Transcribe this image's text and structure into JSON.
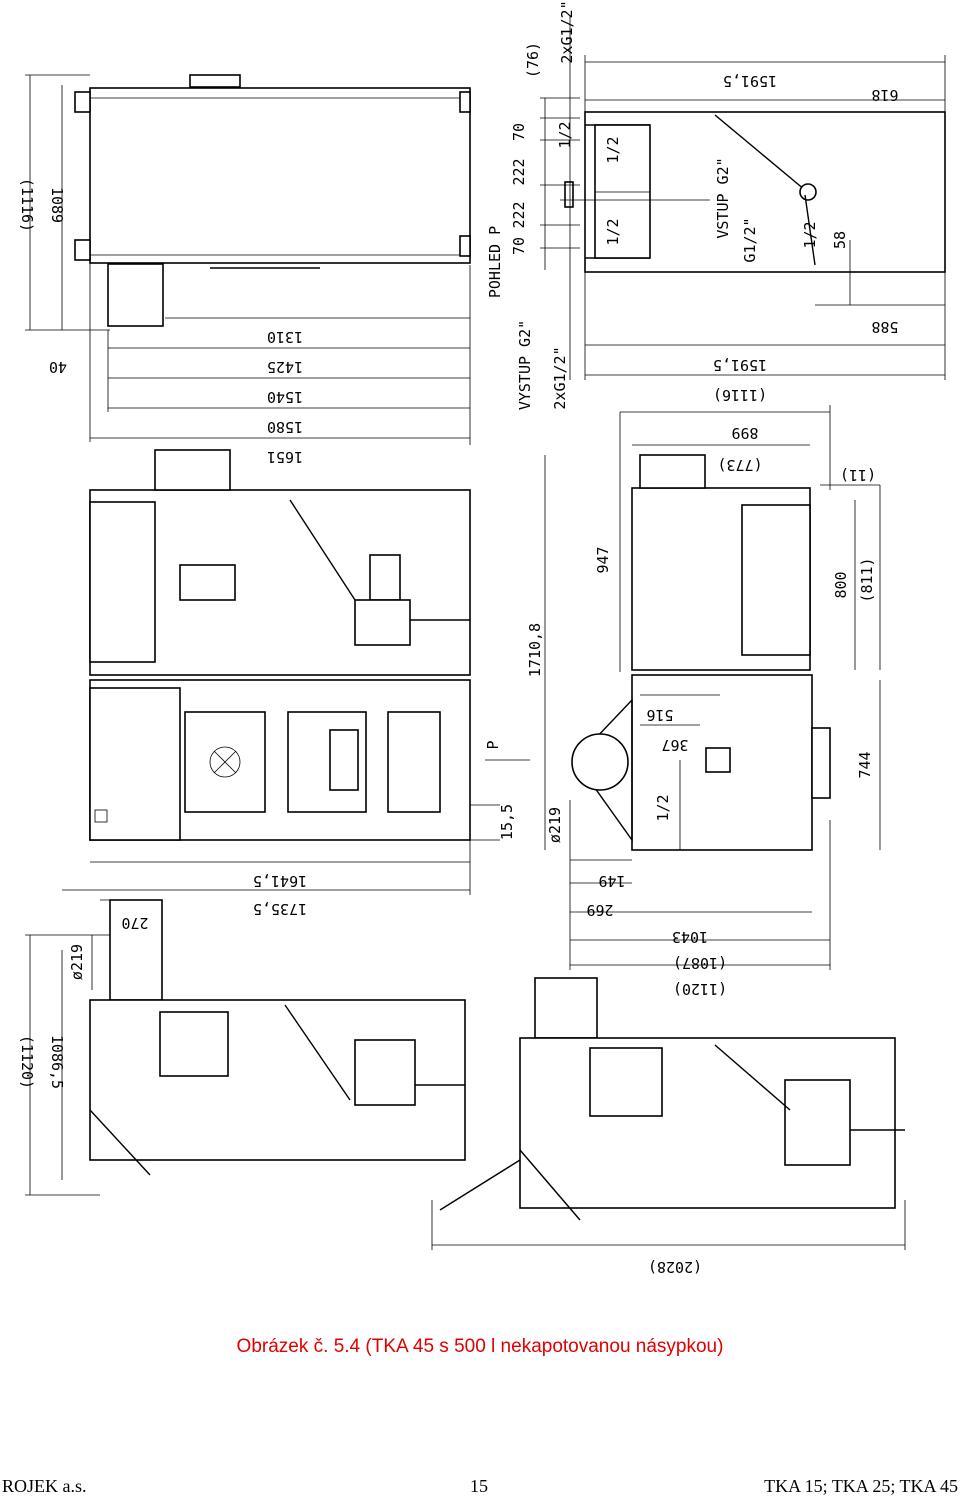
{
  "dimensions": {
    "left_view": [
      "(1116)",
      "1089",
      "40",
      "1310",
      "1425",
      "1540",
      "1580",
      "1651"
    ],
    "right_top": [
      "(76)",
      "2xG1/2\"",
      "1591,5",
      "618",
      "70",
      "222",
      "222",
      "70",
      "POHLED P",
      "VSTUP G2\"",
      "G1/2\"",
      "1/2",
      "58",
      "588",
      "VYSTUP G2\"",
      "2xG1/2\"",
      "1591,5",
      "(1116)",
      "1/2",
      "1/2",
      "1/2"
    ],
    "middle": [
      "899",
      "(773)",
      "(11)",
      "947",
      "800",
      "(811)",
      "1710,8",
      "516",
      "367",
      "744",
      "P",
      "1/2",
      "15,5",
      "ø219",
      "149",
      "269",
      "1043",
      "(1087)",
      "(1120)",
      "1641,5",
      "1735,5"
    ],
    "bottom": [
      "270",
      "ø219",
      "(1120)",
      "1086,5",
      "(2028)"
    ]
  },
  "caption": "Obrázek č. 5.4 (TKA 45 s 500 l nekapotovanou násypkou)",
  "footer": {
    "left": "ROJEK a.s.",
    "center": "15",
    "right": "TKA 15; TKA 25; TKA 45"
  }
}
